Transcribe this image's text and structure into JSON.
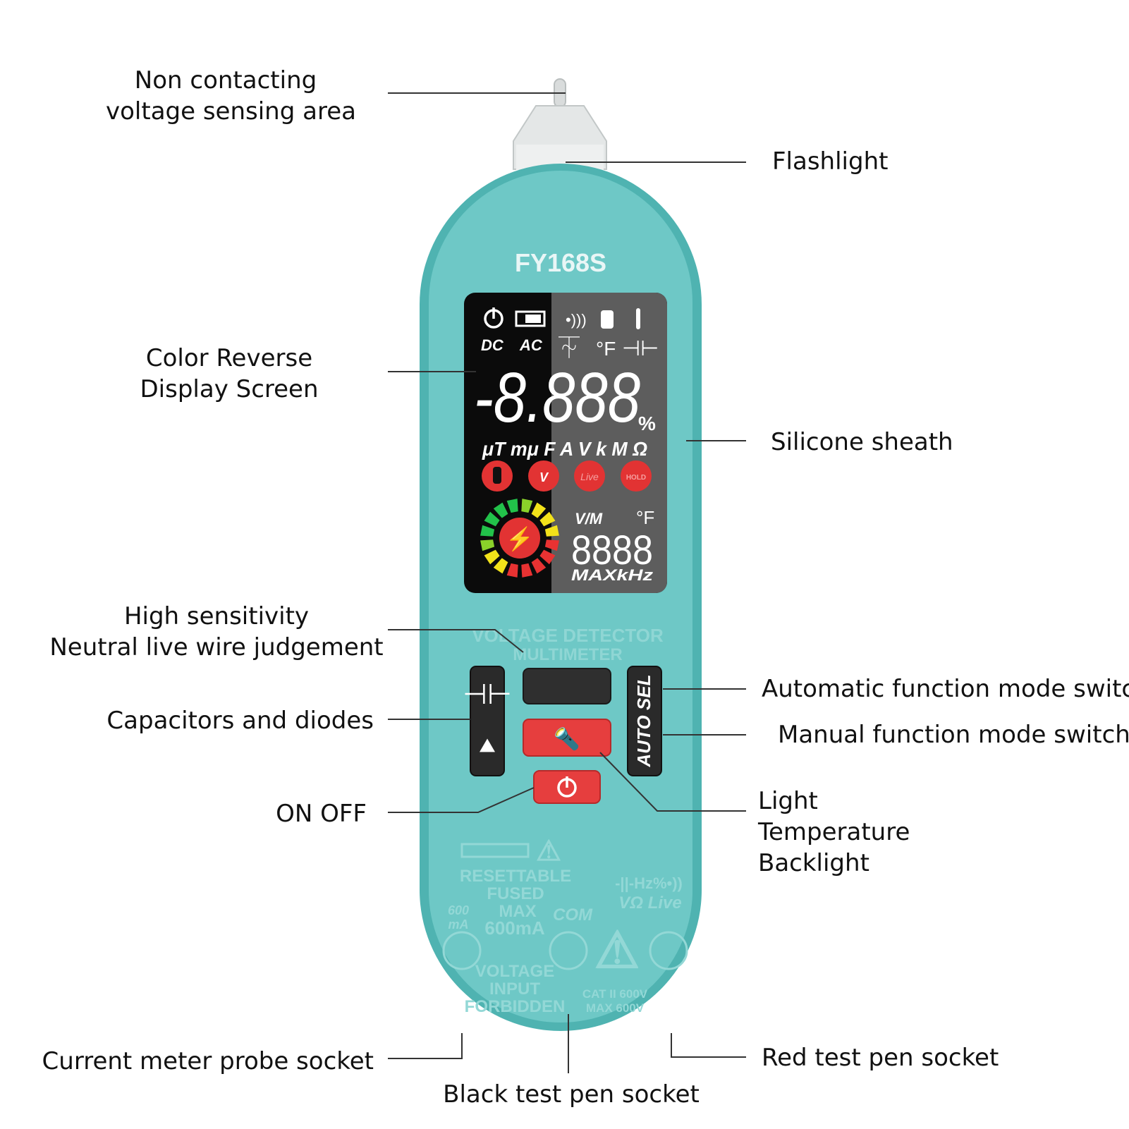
{
  "device": {
    "model": "FY168S",
    "panel_line1": "VOLTAGE DETECTOR",
    "panel_line2": "MULTIMETER",
    "auto_sel_label": "AUTO SEL",
    "colors": {
      "body": "#6ec8c6",
      "body_dark": "#4fb3b1",
      "screen": "#0b0b0b",
      "screen_right": "#5d5d5d",
      "button_red": "#e63e3e",
      "button_dark": "#2a2a2a"
    }
  },
  "screen": {
    "top_left_labels": [
      "DC",
      "AC"
    ],
    "main_reading": "-8.888",
    "percent": "%",
    "units": "μT mμ F A V k M Ω",
    "round_icons": [
      "",
      "V",
      "Live",
      "HOLD"
    ],
    "vm_label": "V/M",
    "temp_unit": "°F",
    "sub_reading": "8888",
    "max_khz": "MAXkHz"
  },
  "bottom_panel": {
    "resettable": "RESETTABLE",
    "fused": "FUSED",
    "max": "MAX",
    "max_current": "600mA",
    "rating_600ma": "600",
    "rating_ma": "mA",
    "com": "COM",
    "func_icons": "-||-Hz%•))",
    "func_vlive": "VΩ Live",
    "voltage": "VOLTAGE",
    "input": "INPUT",
    "forbidden": "FORBIDDEN",
    "cat": "CAT II 600V",
    "max600": "MAX 600V"
  },
  "callouts": {
    "non_contacting": [
      "Non contacting",
      "voltage sensing area"
    ],
    "flashlight": [
      "Flashlight"
    ],
    "color_reverse": [
      "Color Reverse",
      "Display Screen"
    ],
    "silicone": [
      "Silicone sheath"
    ],
    "high_sensitivity": [
      "High sensitivity",
      "Neutral live wire judgement"
    ],
    "automatic": [
      "Automatic function mode switch"
    ],
    "capacitors": [
      "Capacitors and diodes"
    ],
    "manual": [
      "Manual function mode switch"
    ],
    "on_off": [
      "ON OFF"
    ],
    "light_temp": [
      "Light",
      "Temperature",
      "Backlight"
    ],
    "current_socket": [
      "Current meter probe socket"
    ],
    "red_socket": [
      "Red test pen socket"
    ],
    "black_socket": [
      "Black test pen socket"
    ]
  }
}
